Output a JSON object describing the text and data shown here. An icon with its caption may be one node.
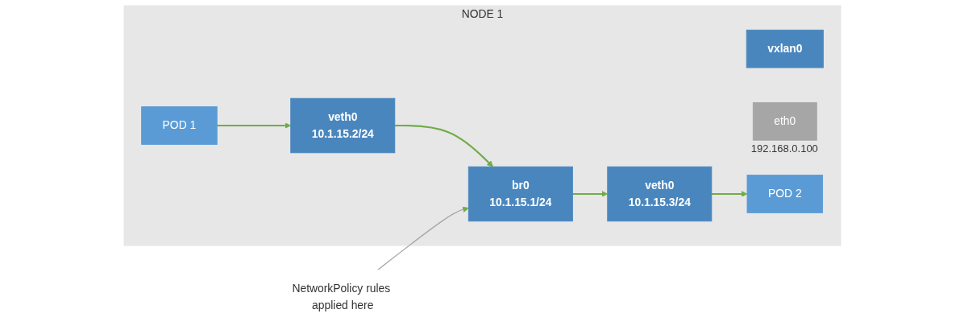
{
  "diagram": {
    "nodes": [
      {
        "text": [
          "NODE 1"
        ]
      },
      {
        "text": [
          "POD 1"
        ],
        "in": 0
      },
      {
        "text": [
          "veth0",
          "10.1.15.2/24"
        ],
        "in": 0
      },
      {
        "text": [
          "NetworkPolicy rules applied here"
        ]
      },
      {
        "text": [
          "br0",
          "10.1.15.1/24"
        ],
        "in": 0
      },
      {
        "text": [
          "vxlan0"
        ],
        "in": 0
      },
      {
        "text": [
          "eth0"
        ],
        "beside": [
          "192.168.0.100"
        ],
        "in": 0
      },
      {
        "text": [
          "POD 2"
        ],
        "in": 0
      },
      {
        "text": [
          "veth0",
          "10.1.15.3/24"
        ],
        "in": 0
      }
    ],
    "edges": [
      {
        "from": 1,
        "to": 2,
        "arrow": "to"
      },
      {
        "from": 2,
        "to": 4,
        "arrow": "to"
      },
      {
        "from": 4,
        "to": 8,
        "arrow": "to"
      },
      {
        "from": 8,
        "to": 7,
        "arrow": "to"
      },
      {
        "from": 3,
        "to": 4,
        "arrow": "to",
        "color": "#a6a6a6"
      }
    ]
  }
}
